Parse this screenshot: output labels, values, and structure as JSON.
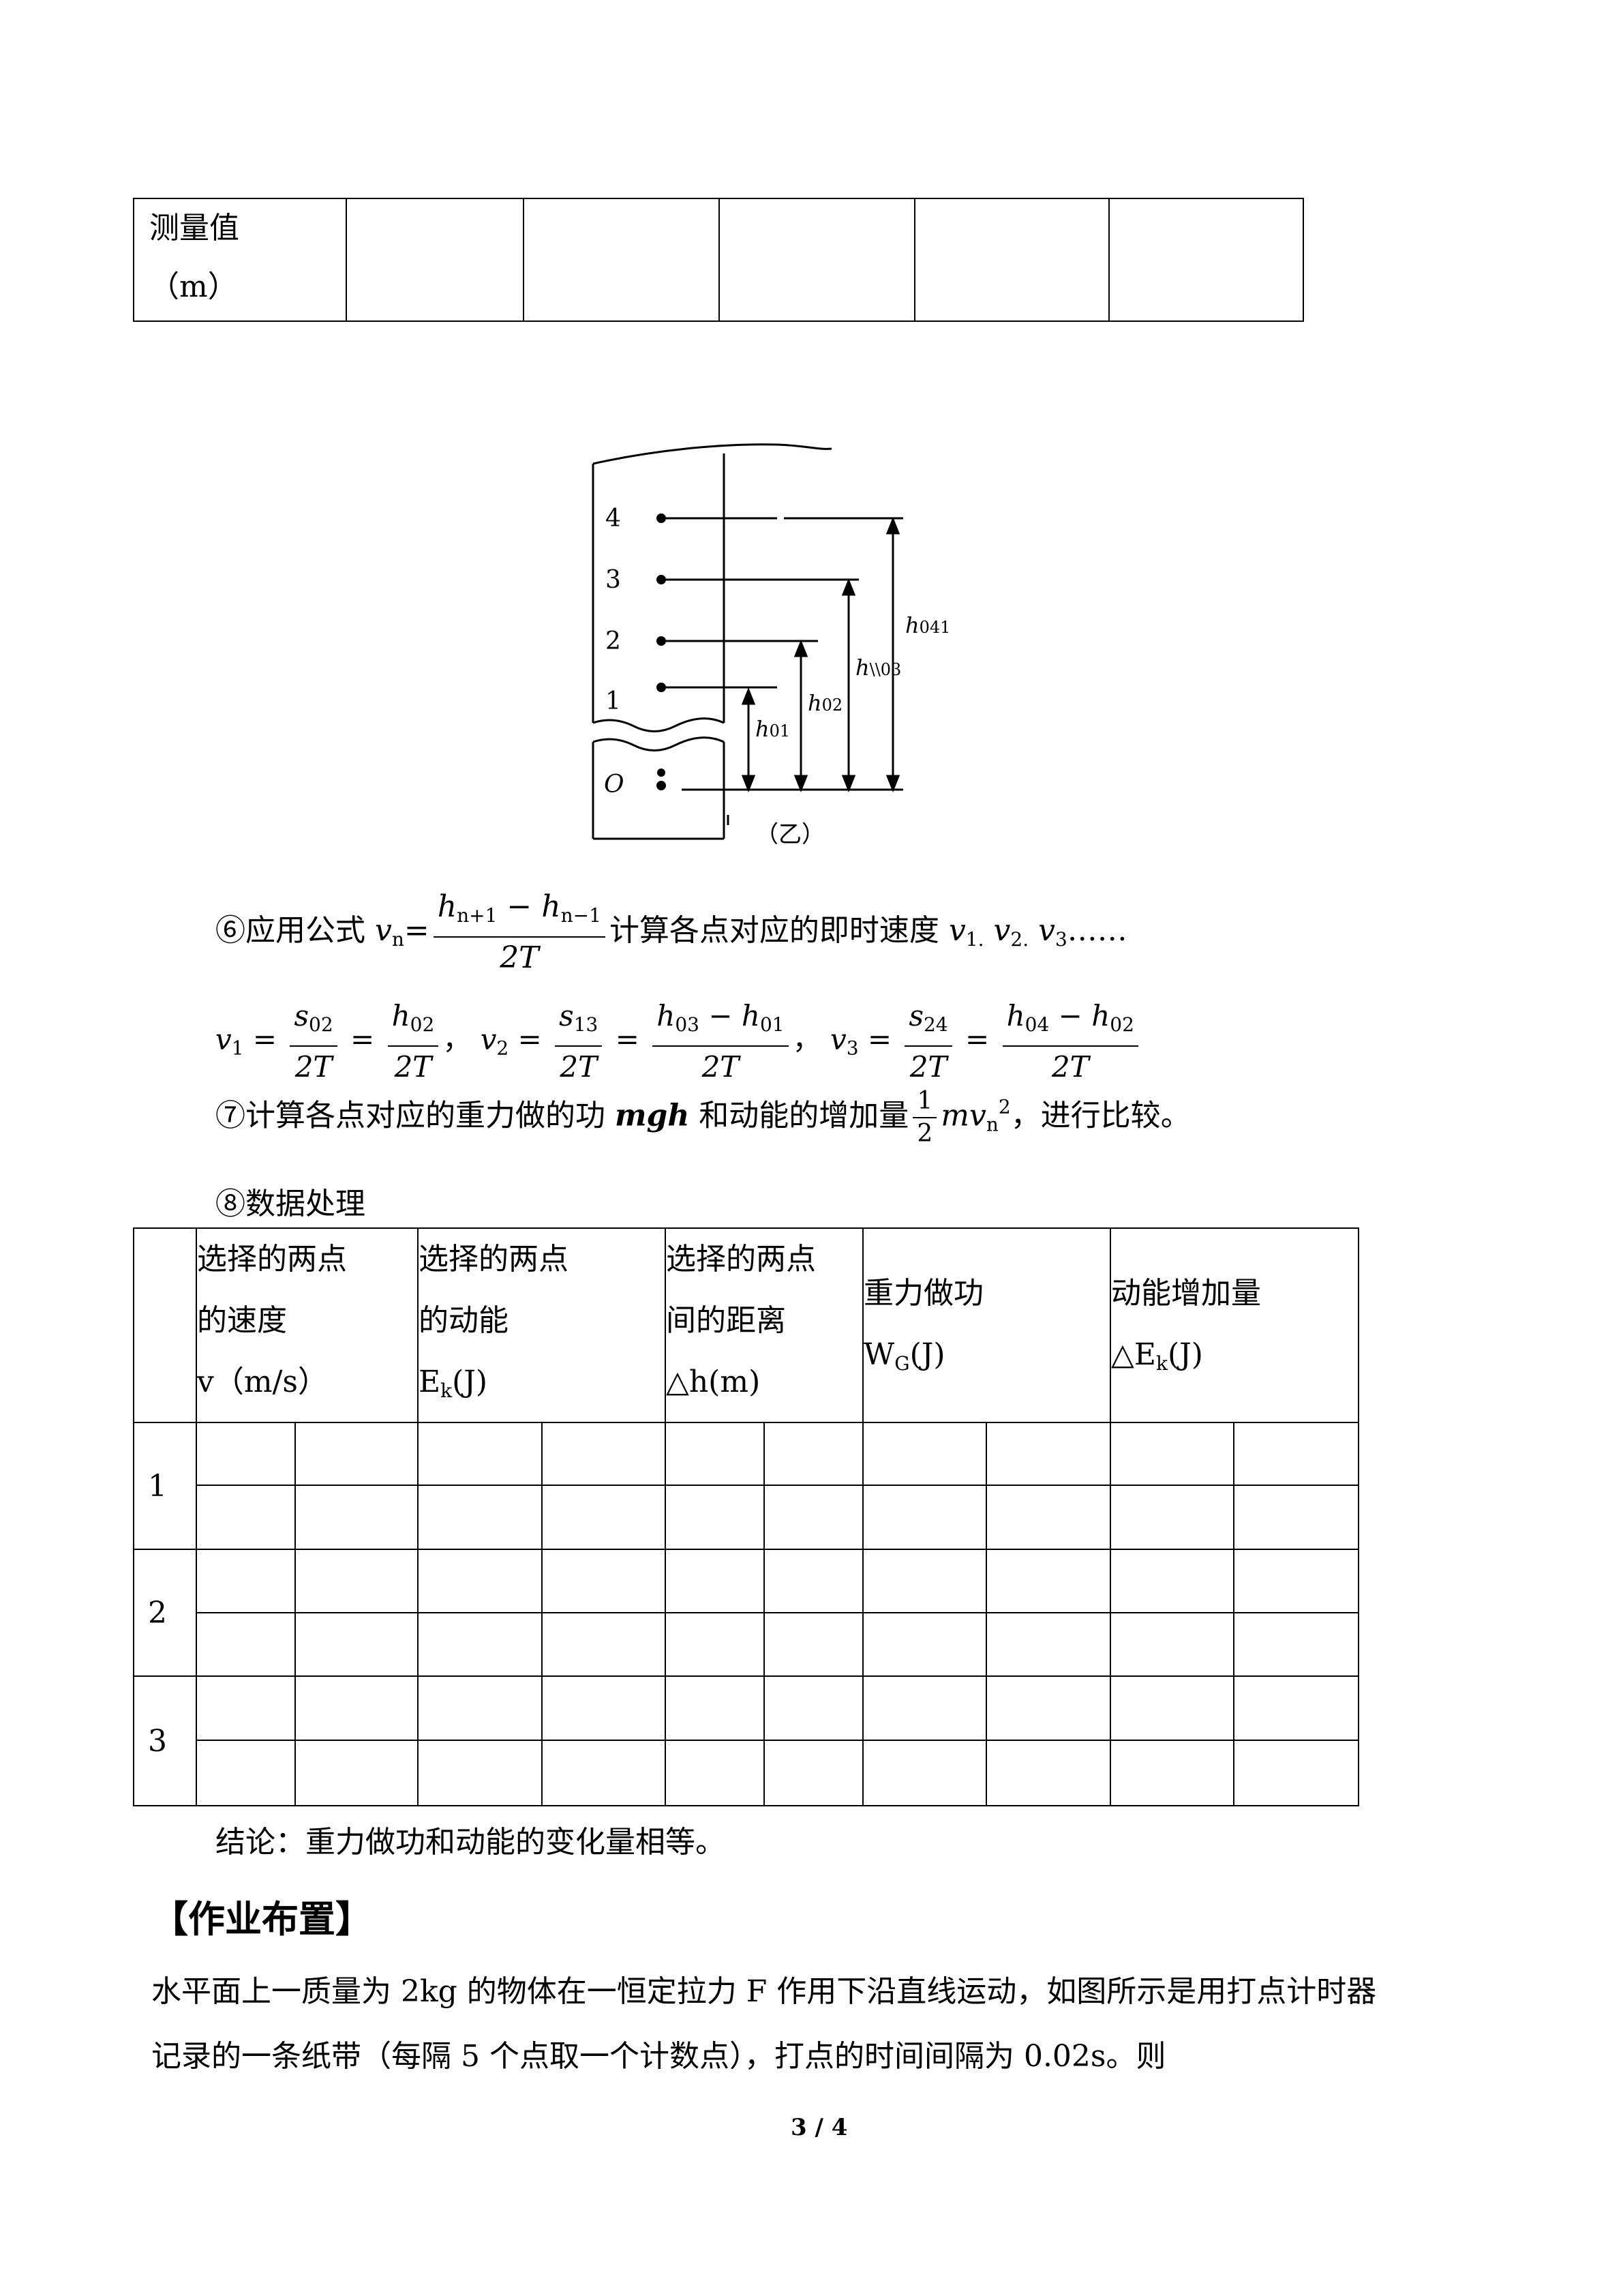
{
  "top_table": {
    "label_line1": "测量值",
    "label_line2": "（m）"
  },
  "figure": {
    "marks": [
      "4",
      "3",
      "2",
      "1",
      "O"
    ],
    "labels": {
      "h01": "h",
      "h01_sub": "01",
      "h02": "h",
      "h02_sub": "02",
      "h03": "h",
      "h03_sub": "\\\\03",
      "h04": "h",
      "h04_sub": "041"
    },
    "caption": "（乙）"
  },
  "step6": {
    "prefix": "⑥应用公式 ",
    "v": "v",
    "v_sub": "n",
    "eq": "=",
    "num_h1": "h",
    "num_h1_sub": "n+1",
    "num_minus": " − ",
    "num_h2": "h",
    "num_h2_sub": "n−1",
    "den": "2T",
    "suffix": "计算各点对应的即时速度 ",
    "v1": "v",
    "v1_sub": "1.",
    "v2": "v",
    "v2_sub": "2.",
    "v3": "v",
    "v3_sub": "3",
    "ellipsis": "……"
  },
  "formulas": {
    "v1": "v",
    "v1_sub": "1",
    "s02": "s",
    "s02_sub": "02",
    "h02": "h",
    "h02_sub": "02",
    "den": "2T",
    "sep": "，",
    "v2": "v",
    "v2_sub": "2",
    "s13": "s",
    "s13_sub": "13",
    "h03": "h",
    "h03_sub": "03",
    "h01": "h",
    "h01_sub": "01",
    "v3": "v",
    "v3_sub": "3",
    "s24": "s",
    "s24_sub": "24",
    "h04": "h",
    "h04_sub": "04",
    "h02b": "h",
    "h02b_sub": "02",
    "eq": "=",
    "minus": " − "
  },
  "step7": {
    "prefix": "⑦计算各点对应的重力做的功 ",
    "mgh": "mgh",
    "mid": " 和动能的增加量",
    "half_num": "1",
    "half_den": "2",
    "mv": "mv",
    "mv_sub": "n",
    "mv_sup": "2",
    "suffix": "，进行比较。"
  },
  "step8": {
    "text": "⑧数据处理"
  },
  "data_table": {
    "headers": [
      {
        "line1": "选择的两点",
        "line2": "的速度",
        "line3": "v（m/s）"
      },
      {
        "line1": "选择的两点",
        "line2": "的动能",
        "line3": "E",
        "line3_sub": "k",
        "line3_tail": "(J)"
      },
      {
        "line1": "选择的两点",
        "line2": "间的距离",
        "line3": "△h(m)"
      },
      {
        "line1": "重力做功",
        "line2": "W",
        "line2_sub": "G",
        "line2_tail": "(J)"
      },
      {
        "line1": "动能增加量",
        "line2": "△E",
        "line2_sub": "k",
        "line2_tail": "(J)"
      }
    ],
    "rows": [
      "1",
      "2",
      "3"
    ]
  },
  "conclusion": "结论：重力做功和动能的变化量相等。",
  "homework": {
    "title": "【作业布置】",
    "line1": "水平面上一质量为 2kg 的物体在一恒定拉力 F 作用下沿直线运动，如图所示是用打点计时器",
    "line2": "记录的一条纸带（每隔 5 个点取一个计数点），打点的时间间隔为 0.02s。则"
  },
  "page_number": "3 / 4"
}
